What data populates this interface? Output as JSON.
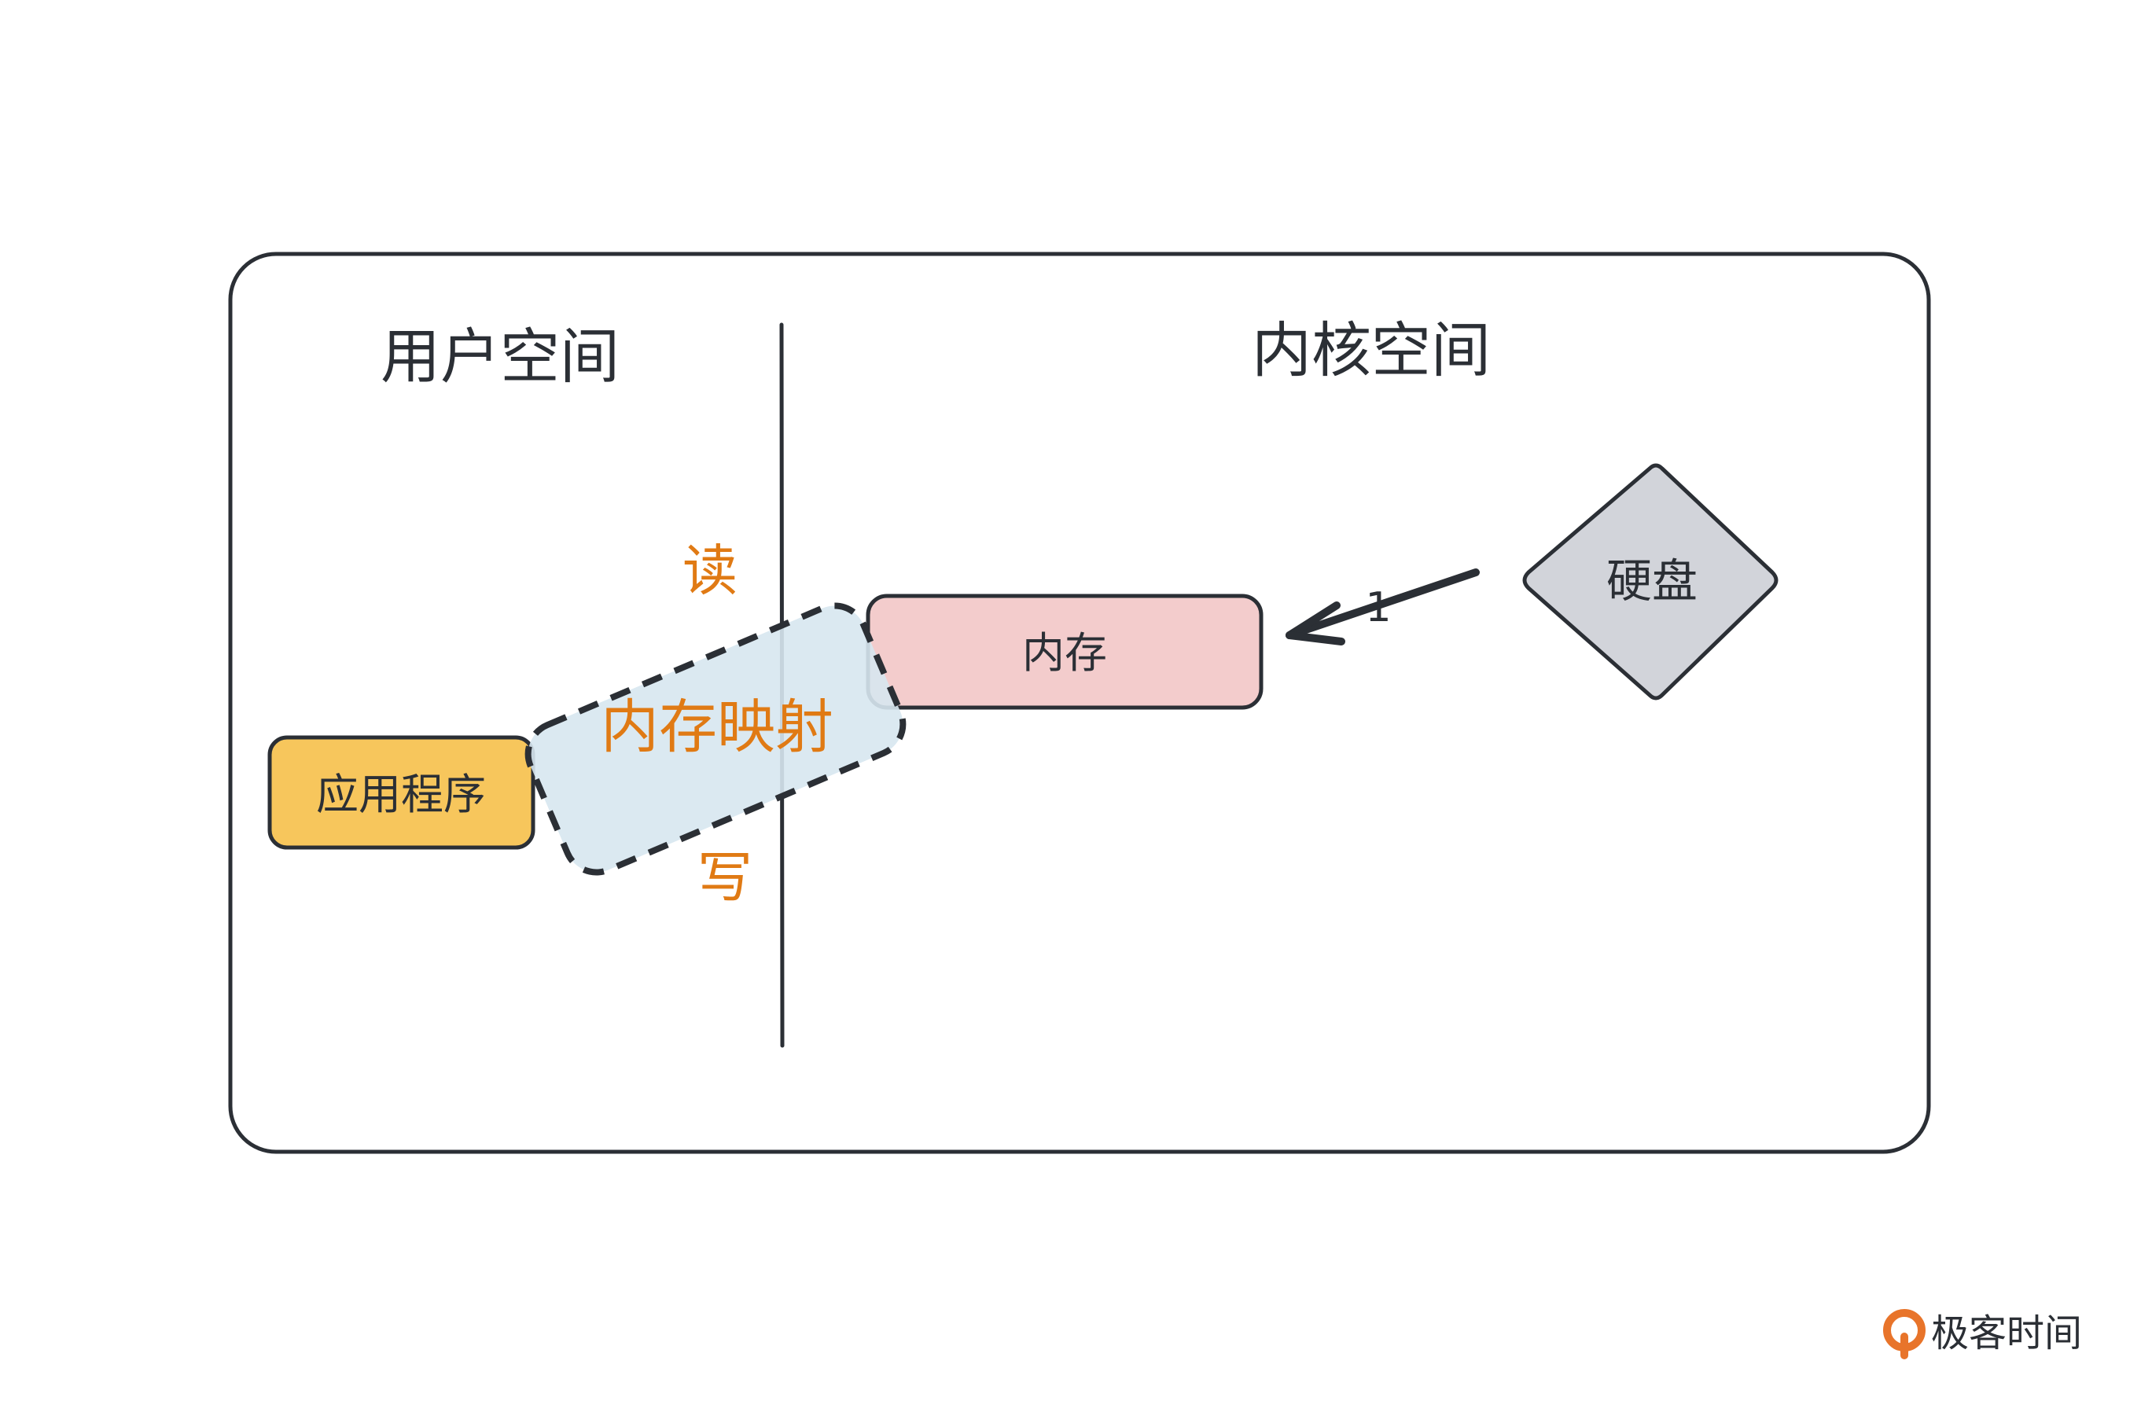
{
  "regions": {
    "user_space": "用户空间",
    "kernel_space": "内核空间"
  },
  "nodes": {
    "app": "应用程序",
    "mmap": "内存映射",
    "memory": "内存",
    "disk": "硬盘"
  },
  "operations": {
    "read": "读",
    "write": "写"
  },
  "edges": {
    "disk_to_memory": "1"
  },
  "brand": {
    "name": "极客时间"
  },
  "colors": {
    "app_fill": "#F7C65C",
    "mmap_fill": "#D7E7EF",
    "memory_fill": "#F3CCCC",
    "disk_fill": "#D2D4DA",
    "accent": "#E07A14",
    "stroke": "#2B2F35"
  }
}
